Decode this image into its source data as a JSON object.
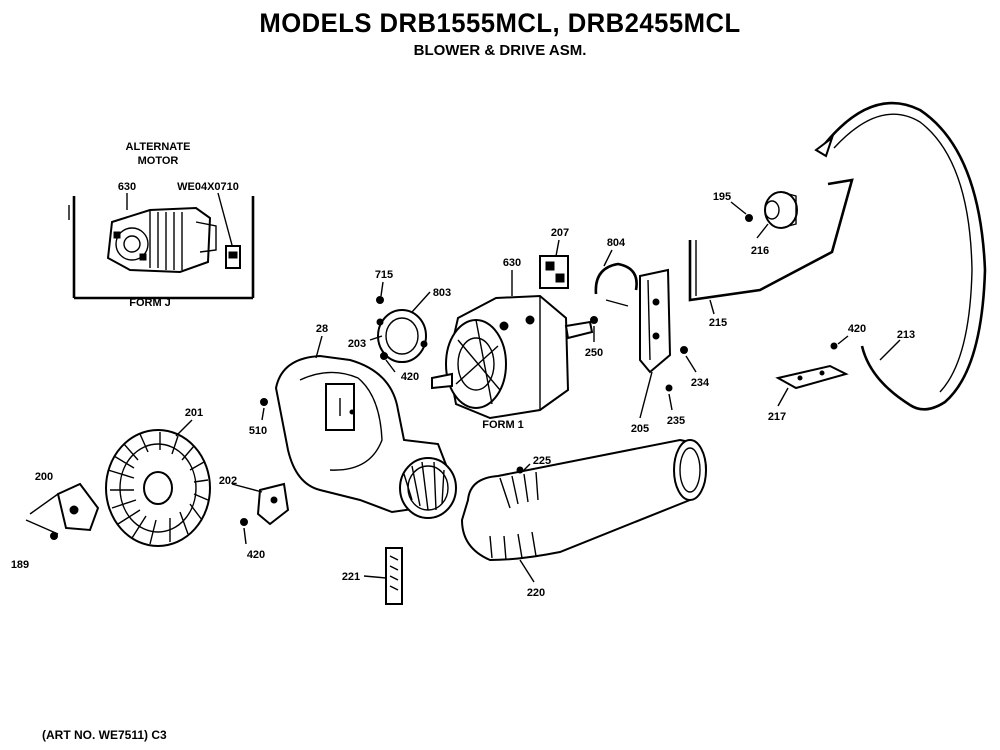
{
  "header": {
    "title": "MODELS DRB1555MCL, DRB2455MCL",
    "subtitle": "BLOWER & DRIVE ASM."
  },
  "inset": {
    "heading_line1": "ALTERNATE",
    "heading_line2": "MOTOR",
    "motor_label": "630",
    "part_label": "WE04X0710",
    "form_label": "FORM J"
  },
  "callouts": {
    "c715": "715",
    "c803": "803",
    "c203": "203",
    "c420a": "420",
    "c630": "630",
    "c207": "207",
    "c804": "804",
    "c250": "250",
    "c195": "195",
    "c216": "216",
    "c215": "215",
    "c420b": "420",
    "c213": "213",
    "c234": "234",
    "c205": "205",
    "c235": "235",
    "c217": "217",
    "c28": "28",
    "c510": "510",
    "form1": "FORM 1",
    "c201": "201",
    "c200": "200",
    "c189": "189",
    "c202": "202",
    "c420c": "420",
    "c225": "225",
    "c221": "221",
    "c220": "220"
  },
  "footer": {
    "art_no": "(ART NO. WE7511) C3"
  }
}
